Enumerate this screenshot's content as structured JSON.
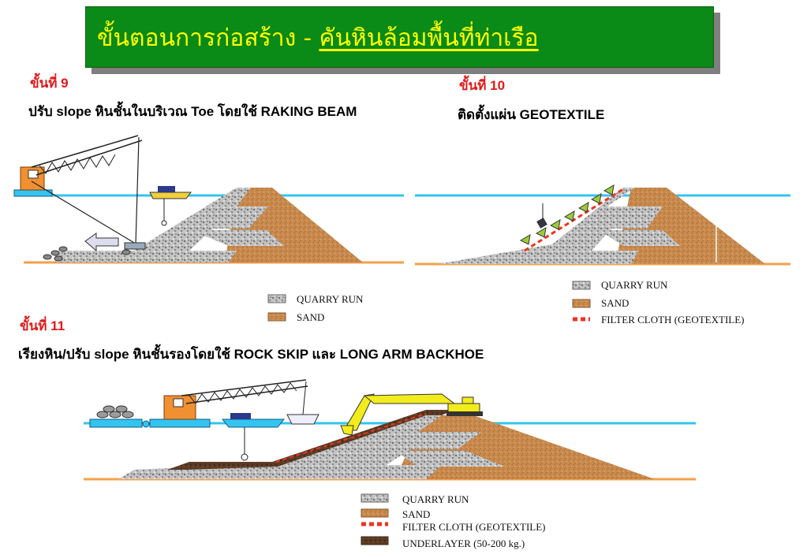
{
  "title": {
    "main": "ขั้นตอนการก่อสร้าง - ",
    "underlined": "คันหินล้อมพื้นที่ท่าเรือ"
  },
  "step9": {
    "label": "ขั้นที่ 9",
    "description": "ปรับ slope หินชั้นในบริเวณ Toe โดยใช้ RAKING BEAM",
    "legend": [
      "QUARRY RUN",
      "SAND"
    ]
  },
  "step10": {
    "label": "ขั้นที่ 10",
    "description": "ติดตั้งแผ่น GEOTEXTILE",
    "legend": [
      "QUARRY RUN",
      "SAND",
      "FILTER CLOTH (GEOTEXTILE)"
    ]
  },
  "step11": {
    "label": "ขั้นที่ 11",
    "description": "เรียงหิน/ปรับ slope หินชั้นรองโดยใช้ ROCK SKIP และ LONG ARM BACKHOE",
    "legend": [
      "QUARRY RUN",
      "SAND",
      "FILTER CLOTH (GEOTEXTILE)",
      "UNDERLAYER (50-200 kg.)"
    ]
  },
  "colors": {
    "title_bg": "#0a8a16",
    "title_text": "#ffff00",
    "step_label": "#e11919",
    "water": "#33c4ef",
    "seabed": "#f5a04a",
    "sand": "#c98a4e",
    "quarry": "#b9b9b9",
    "underlayer": "#5a3a25",
    "filter_cloth": "#ee3322",
    "backhoe": "#f2ec1c"
  }
}
